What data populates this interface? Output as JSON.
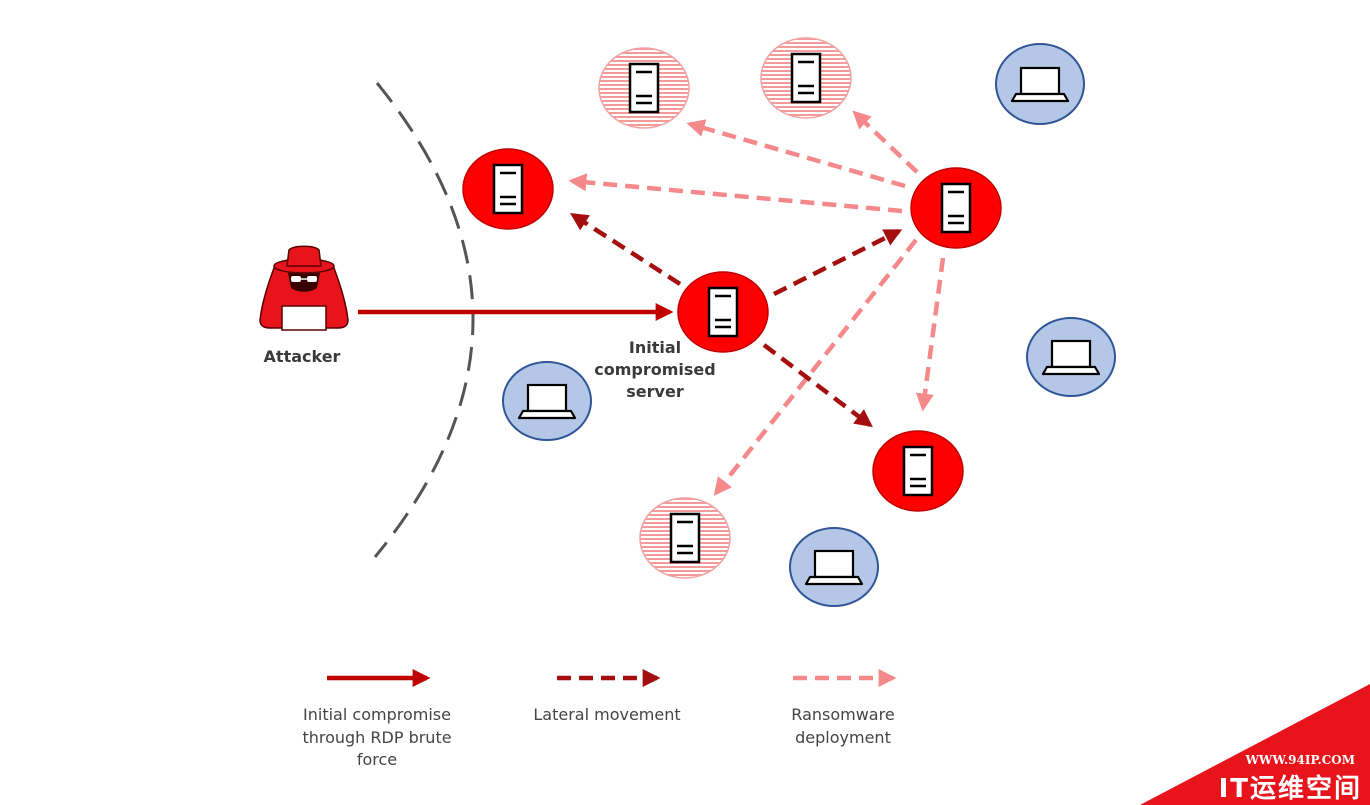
{
  "labels": {
    "attacker": "Attacker",
    "initial_server_line1": "Initial",
    "initial_server_line2": "compromised",
    "initial_server_line3": "server"
  },
  "legend": {
    "initial_compromise": [
      "Initial compromise",
      "through RDP brute",
      "force"
    ],
    "lateral_movement": [
      "Lateral movement"
    ],
    "ransomware_deployment": [
      "Ransomware",
      "deployment"
    ]
  },
  "watermark": {
    "url": "WWW.94IP.COM",
    "text": "IT运维空间"
  },
  "colors": {
    "compromised_server": "#ff0000",
    "attacker": "#e8141c",
    "encrypted_server": "#f7a6a6",
    "workstation": "#b4c7e7",
    "workstation_border": "#2f5597",
    "initial_compromise_arrow": "#c00000",
    "lateral_movement_arrow": "#a50e0e",
    "ransomware_arrow": "#f4888a",
    "perimeter": "#555555",
    "watermark": "#e8141c"
  },
  "icons": {
    "attacker": "hooded-hacker-icon",
    "server": "server-icon",
    "workstation": "laptop-icon"
  }
}
